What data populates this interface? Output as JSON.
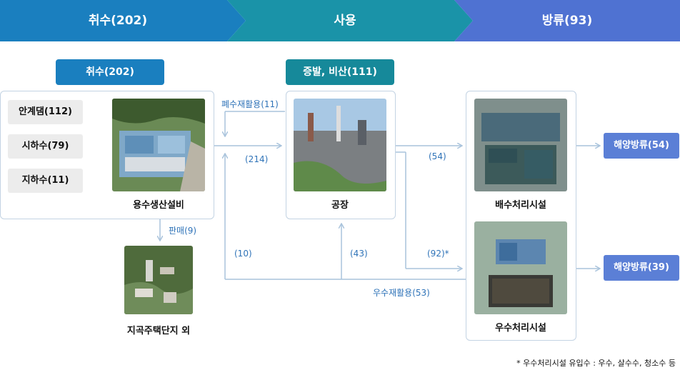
{
  "banner": {
    "intake": "취수(202)",
    "use": "사용",
    "discharge": "방류(93)"
  },
  "tags": {
    "intake": "취수(202)",
    "evaporation": "증발, 비산(111)"
  },
  "sources": [
    {
      "label": "안계댐(112)"
    },
    {
      "label": "시하수(79)"
    },
    {
      "label": "지하수(11)"
    }
  ],
  "captions": {
    "water_plant": "용수생산설비",
    "residential": "지곡주택단지 외",
    "factory": "공장",
    "wastewater": "배수처리시설",
    "stormwater": "우수처리시설"
  },
  "flows": {
    "sale": "판매(9)",
    "waste_recycle": "폐수재활용(11)",
    "to_factory": "(214)",
    "to_wastewater": "(54)",
    "to_stormwater": "(92)*",
    "return_left": "(10)",
    "return_mid": "(43)",
    "storm_recycle": "우수재활용(53)"
  },
  "outputs": {
    "sea1": "해양방류(54)",
    "sea2": "해양방류(39)"
  },
  "footnote": "* 우수처리시설 유입수 : 우수, 살수수, 청소수 등",
  "colors": {
    "banner_intake": "#1a7fbf",
    "banner_use": "#1a93a8",
    "banner_discharge": "#4f72d2",
    "tag_intake": "#1a7fbf",
    "tag_evap": "#16899a",
    "output": "#5b7fd6",
    "flow_text": "#2f73b8",
    "lines": "#a9c3dc"
  }
}
